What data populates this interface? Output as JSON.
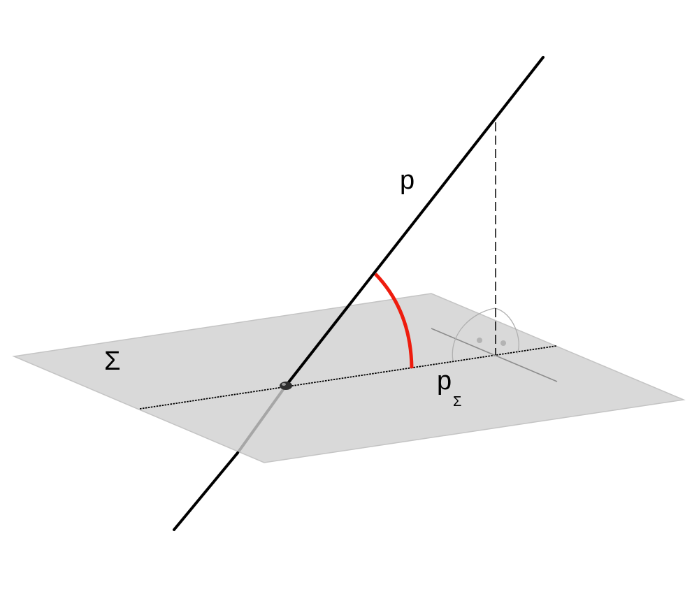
{
  "labels": {
    "line": "p",
    "plane": "Σ",
    "projection": "p",
    "projection_subscript": "Σ"
  },
  "colors": {
    "plane_fill": "#d9d9d9",
    "plane_edge": "#c4c4c4",
    "line": "#000000",
    "angle_arc": "#ee1c0e",
    "right_angle_marker": "#9a9a9a"
  }
}
